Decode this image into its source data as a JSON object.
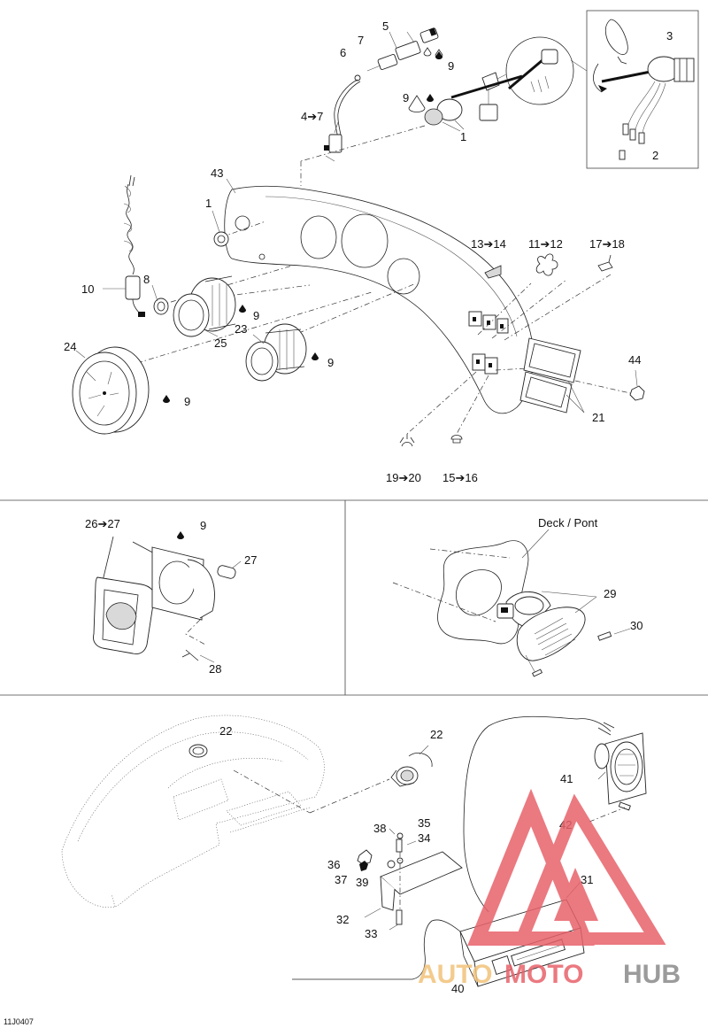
{
  "labels": {
    "l1a": "1",
    "l1b": "1",
    "l2": "2",
    "l3": "3",
    "l4_7": "4➔7",
    "l5": "5",
    "l6": "6",
    "l7": "7",
    "l8": "8",
    "l9a": "9",
    "l9b": "9",
    "l9c": "9",
    "l9d": "9",
    "l9e": "9",
    "l9f": "9",
    "l10": "10",
    "l11_12": "11➔12",
    "l13_14": "13➔14",
    "l15_16": "15➔16",
    "l17_18": "17➔18",
    "l19_20": "19➔20",
    "l21": "21",
    "l22a": "22",
    "l22b": "22",
    "l23": "23",
    "l24": "24",
    "l25": "25",
    "l26_27": "26➔27",
    "l27": "27",
    "l28": "28",
    "l29": "29",
    "l30": "30",
    "l31": "31",
    "l32": "32",
    "l33": "33",
    "l34": "34",
    "l35": "35",
    "l36": "36",
    "l37": "37",
    "l38": "38",
    "l39": "39",
    "l40": "40",
    "l41": "41",
    "l42": "42",
    "l43": "43",
    "l44": "44",
    "deck": "Deck / Pont"
  },
  "footer_code": "11J0407",
  "watermark": {
    "text_a": "AUTO",
    "text_b": "MOTO",
    "text_c": "HUB",
    "color_a": "#f2c27a",
    "color_b": "#e8626b",
    "color_c": "#8a8a8a"
  }
}
